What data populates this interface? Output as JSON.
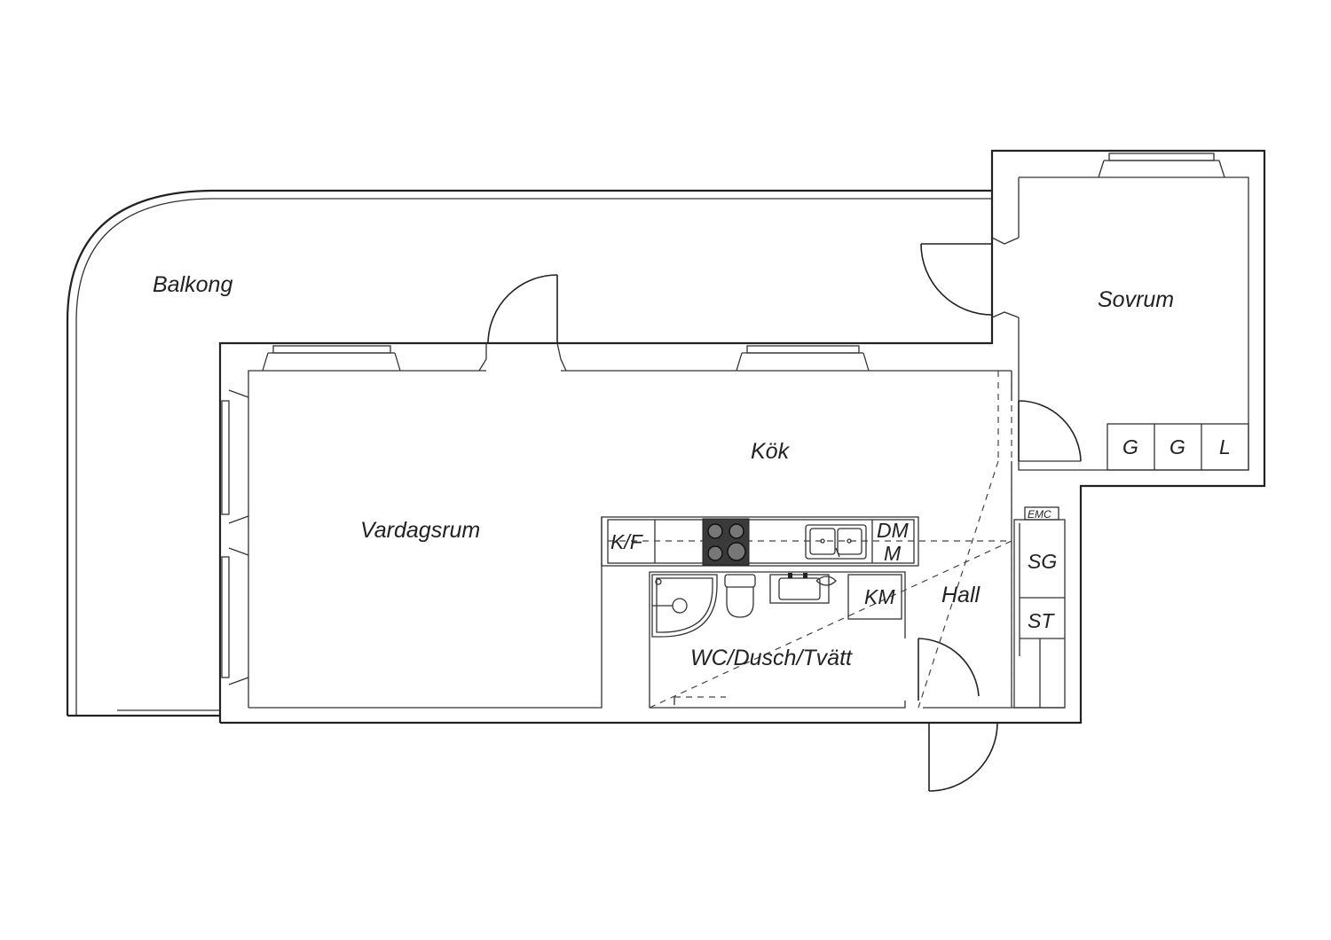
{
  "rooms": {
    "balkong": "Balkong",
    "sovrum": "Sovrum",
    "kok": "Kök",
    "vardagsrum": "Vardagsrum",
    "hall": "Hall",
    "wc": "WC/Dusch/Tvätt"
  },
  "fixtures": {
    "kf": "K/F",
    "dm": "DM",
    "m": "M",
    "km": "KM",
    "sg": "SG",
    "st": "ST",
    "emc": "EMC",
    "closets": [
      "G",
      "G",
      "L"
    ]
  },
  "colors": {
    "line": "#222222",
    "stove": "#3a3a3a",
    "background": "#ffffff"
  }
}
